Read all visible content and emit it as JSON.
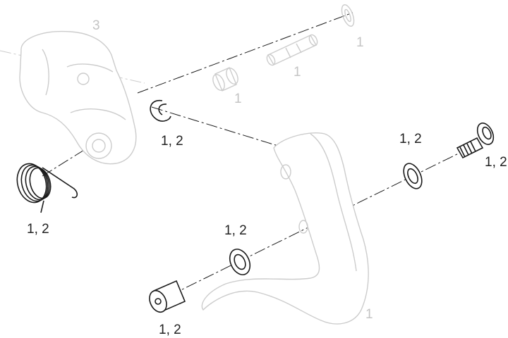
{
  "labels": {
    "shifter_body": "3",
    "top_ring": "1",
    "pivot_pin": "1",
    "bushing": "1",
    "lever": "1",
    "clip": "1, 2",
    "spring": "1, 2",
    "washer_right": "1, 2",
    "screw": "1, 2",
    "washer_left": "1, 2",
    "nut": "1, 2"
  },
  "colors": {
    "dark_part": "#1a1a1a",
    "ghost_part": "#cccccc",
    "label_text": "#222222",
    "ghost_label": "#c4c4c4",
    "background": "#ffffff"
  }
}
